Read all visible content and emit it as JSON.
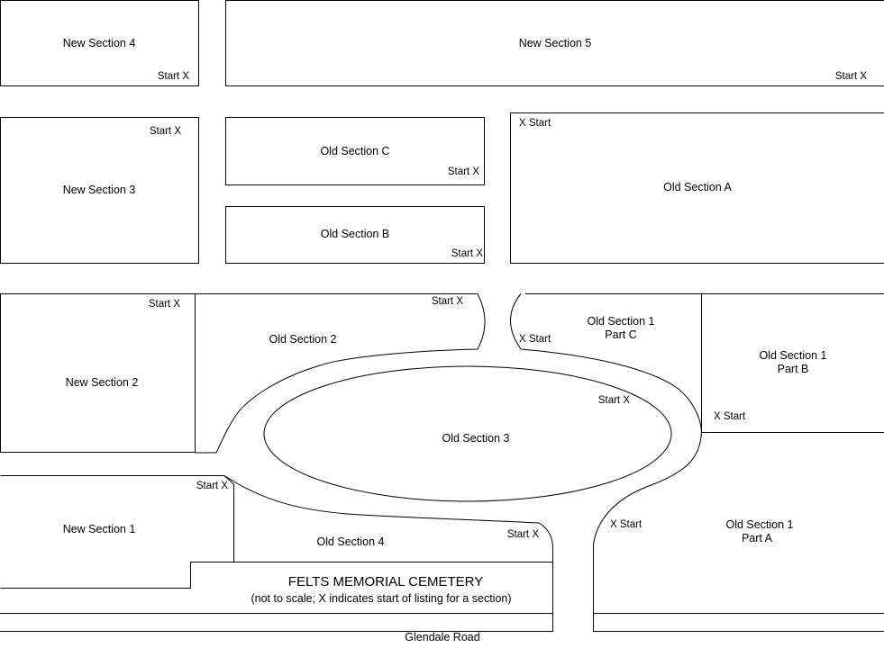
{
  "sections": {
    "new_section_4": "New Section 4",
    "new_section_5": "New Section 5",
    "new_section_3": "New Section 3",
    "old_section_c": "Old Section C",
    "old_section_b": "Old Section B",
    "old_section_a": "Old Section A",
    "new_section_2": "New Section 2",
    "old_section_2": "Old Section 2",
    "old_section_1_part_c_line1": "Old Section 1",
    "old_section_1_part_c_line2": "Part C",
    "old_section_1_part_b_line1": "Old Section 1",
    "old_section_1_part_b_line2": "Part B",
    "old_section_3": "Old Section 3",
    "new_section_1": "New Section 1",
    "old_section_4": "Old Section 4",
    "old_section_1_part_a_line1": "Old Section 1",
    "old_section_1_part_a_line2": "Part A"
  },
  "markers": {
    "start_x": "Start X",
    "x_start": "X Start"
  },
  "title": "FELTS MEMORIAL CEMETERY",
  "subtitle": "(not to scale; X indicates start of listing for a section)",
  "road": "Glendale Road"
}
